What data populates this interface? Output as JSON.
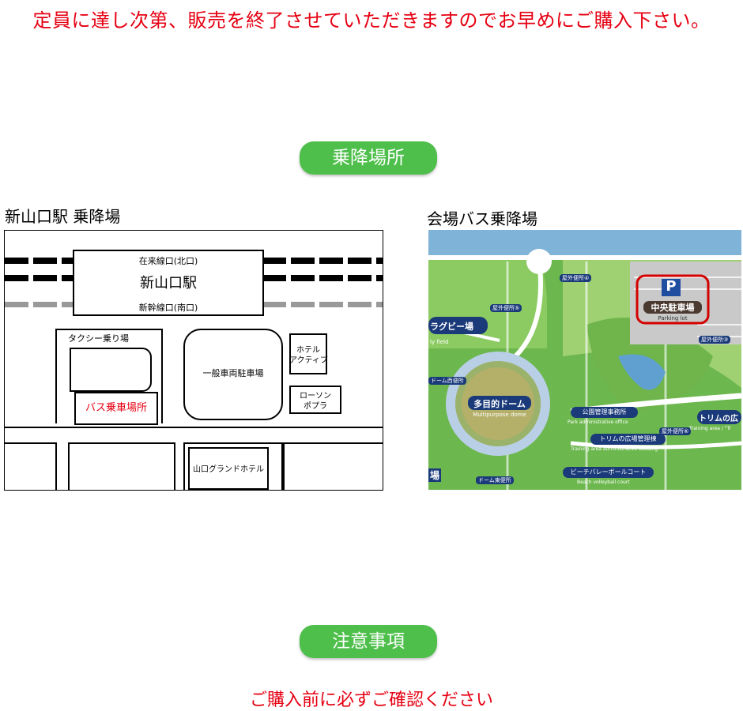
{
  "notice": "定員に達し次第、販売を終了させていただきますのでお早めにご購入下さい。",
  "section_pickup": "乗降場所",
  "section_notes": "注意事項",
  "confirm_text": "ご購入前に必ずご確認ください",
  "left_map": {
    "title": "新山口駅 乗降場",
    "station_name": "新山口駅",
    "north_exit": "在来線口(北口)",
    "south_exit": "新幹線口(南口)",
    "taxi": "タクシー乗り場",
    "bus_stop": "バス乗車場所",
    "general_parking": "一般車両駐車場",
    "hotel_active_1": "ホテル",
    "hotel_active_2": "アクティブ",
    "lawson_1": "ローソン",
    "lawson_2": "ポプラ",
    "grand_hotel": "山口グランドホテル"
  },
  "right_map": {
    "title": "会場バス乗降場",
    "parking_symbol": "P",
    "parking_name": "中央駐車場",
    "parking_en": "Parking lot",
    "rugby": "ラグビー場",
    "rugby_en": "ly field",
    "dome_name": "多目的ドーム",
    "dome_en": "Multipurpose dome",
    "dome_west": "ドーム西便所",
    "dome_east": "ドーム東便所",
    "restroom_4": "屋外便所④",
    "restroom_5": "屋外便所⑤",
    "restroom_3": "屋外便所③",
    "restroom_6": "屋外便所⑥",
    "park_office": "公園管理事務所",
    "park_office_en": "Park administrative office",
    "training_bldg": "トリムの広場管理棟",
    "training_bldg_en": "Training area administrative building",
    "training_area": "トリムの広",
    "training_area_en": "Training area / \"Tr",
    "beach_court": "ビーチバレーボールコート",
    "beach_court_en": "Beach volleyball court",
    "left_edge": "場"
  },
  "colors": {
    "accent_red": "#e60012",
    "pill_green": "#4dbf4a",
    "map_green": "#7cc35a",
    "road_white": "#ffffff",
    "label_navy": "#1a3a7a"
  }
}
